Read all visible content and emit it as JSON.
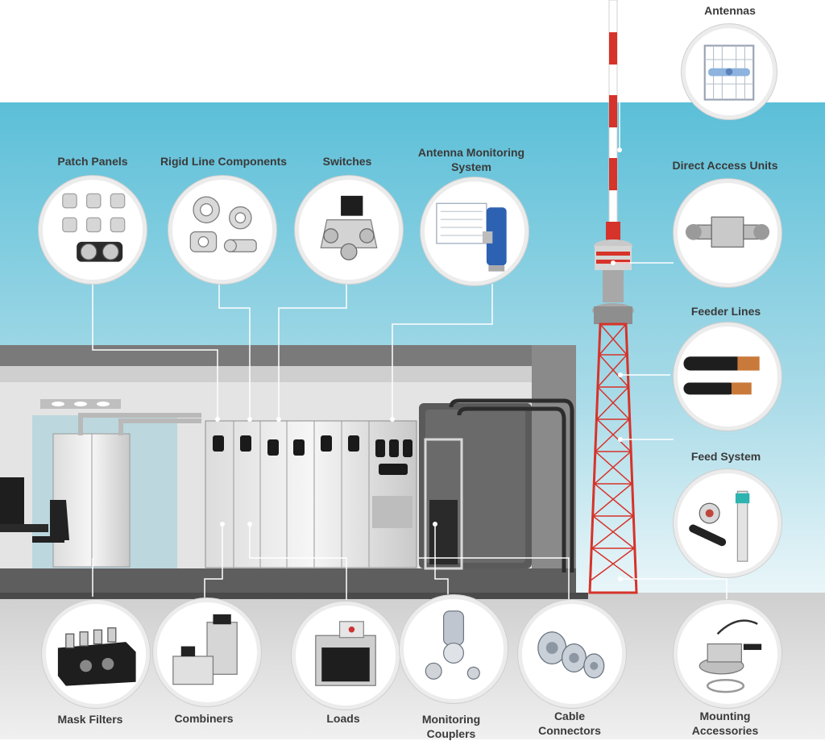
{
  "labels": {
    "antennas": "Antennas",
    "patch_panels": "Patch Panels",
    "rigid_line": "Rigid Line Components",
    "switches": "Switches",
    "ams_line1": "Antenna Monitoring",
    "ams_line2": "System",
    "direct_access": "Direct Access Units",
    "feeder_lines": "Feeder Lines",
    "feed_system": "Feed System",
    "mask_filters": "Mask Filters",
    "combiners": "Combiners",
    "loads": "Loads",
    "mc_line1": "Monitoring",
    "mc_line2": "Couplers",
    "cc_line1": "Cable",
    "cc_line2": "Connectors",
    "ma_line1": "Mounting",
    "ma_line2": "Accessories"
  },
  "colors": {
    "sky_top": "#5bbfd8",
    "sky_bottom": "#e6f4f8",
    "building": "#6e6e6e",
    "floor": "#d9d9d9",
    "tower_red": "#d6332a",
    "text": "#3a3a3a"
  }
}
